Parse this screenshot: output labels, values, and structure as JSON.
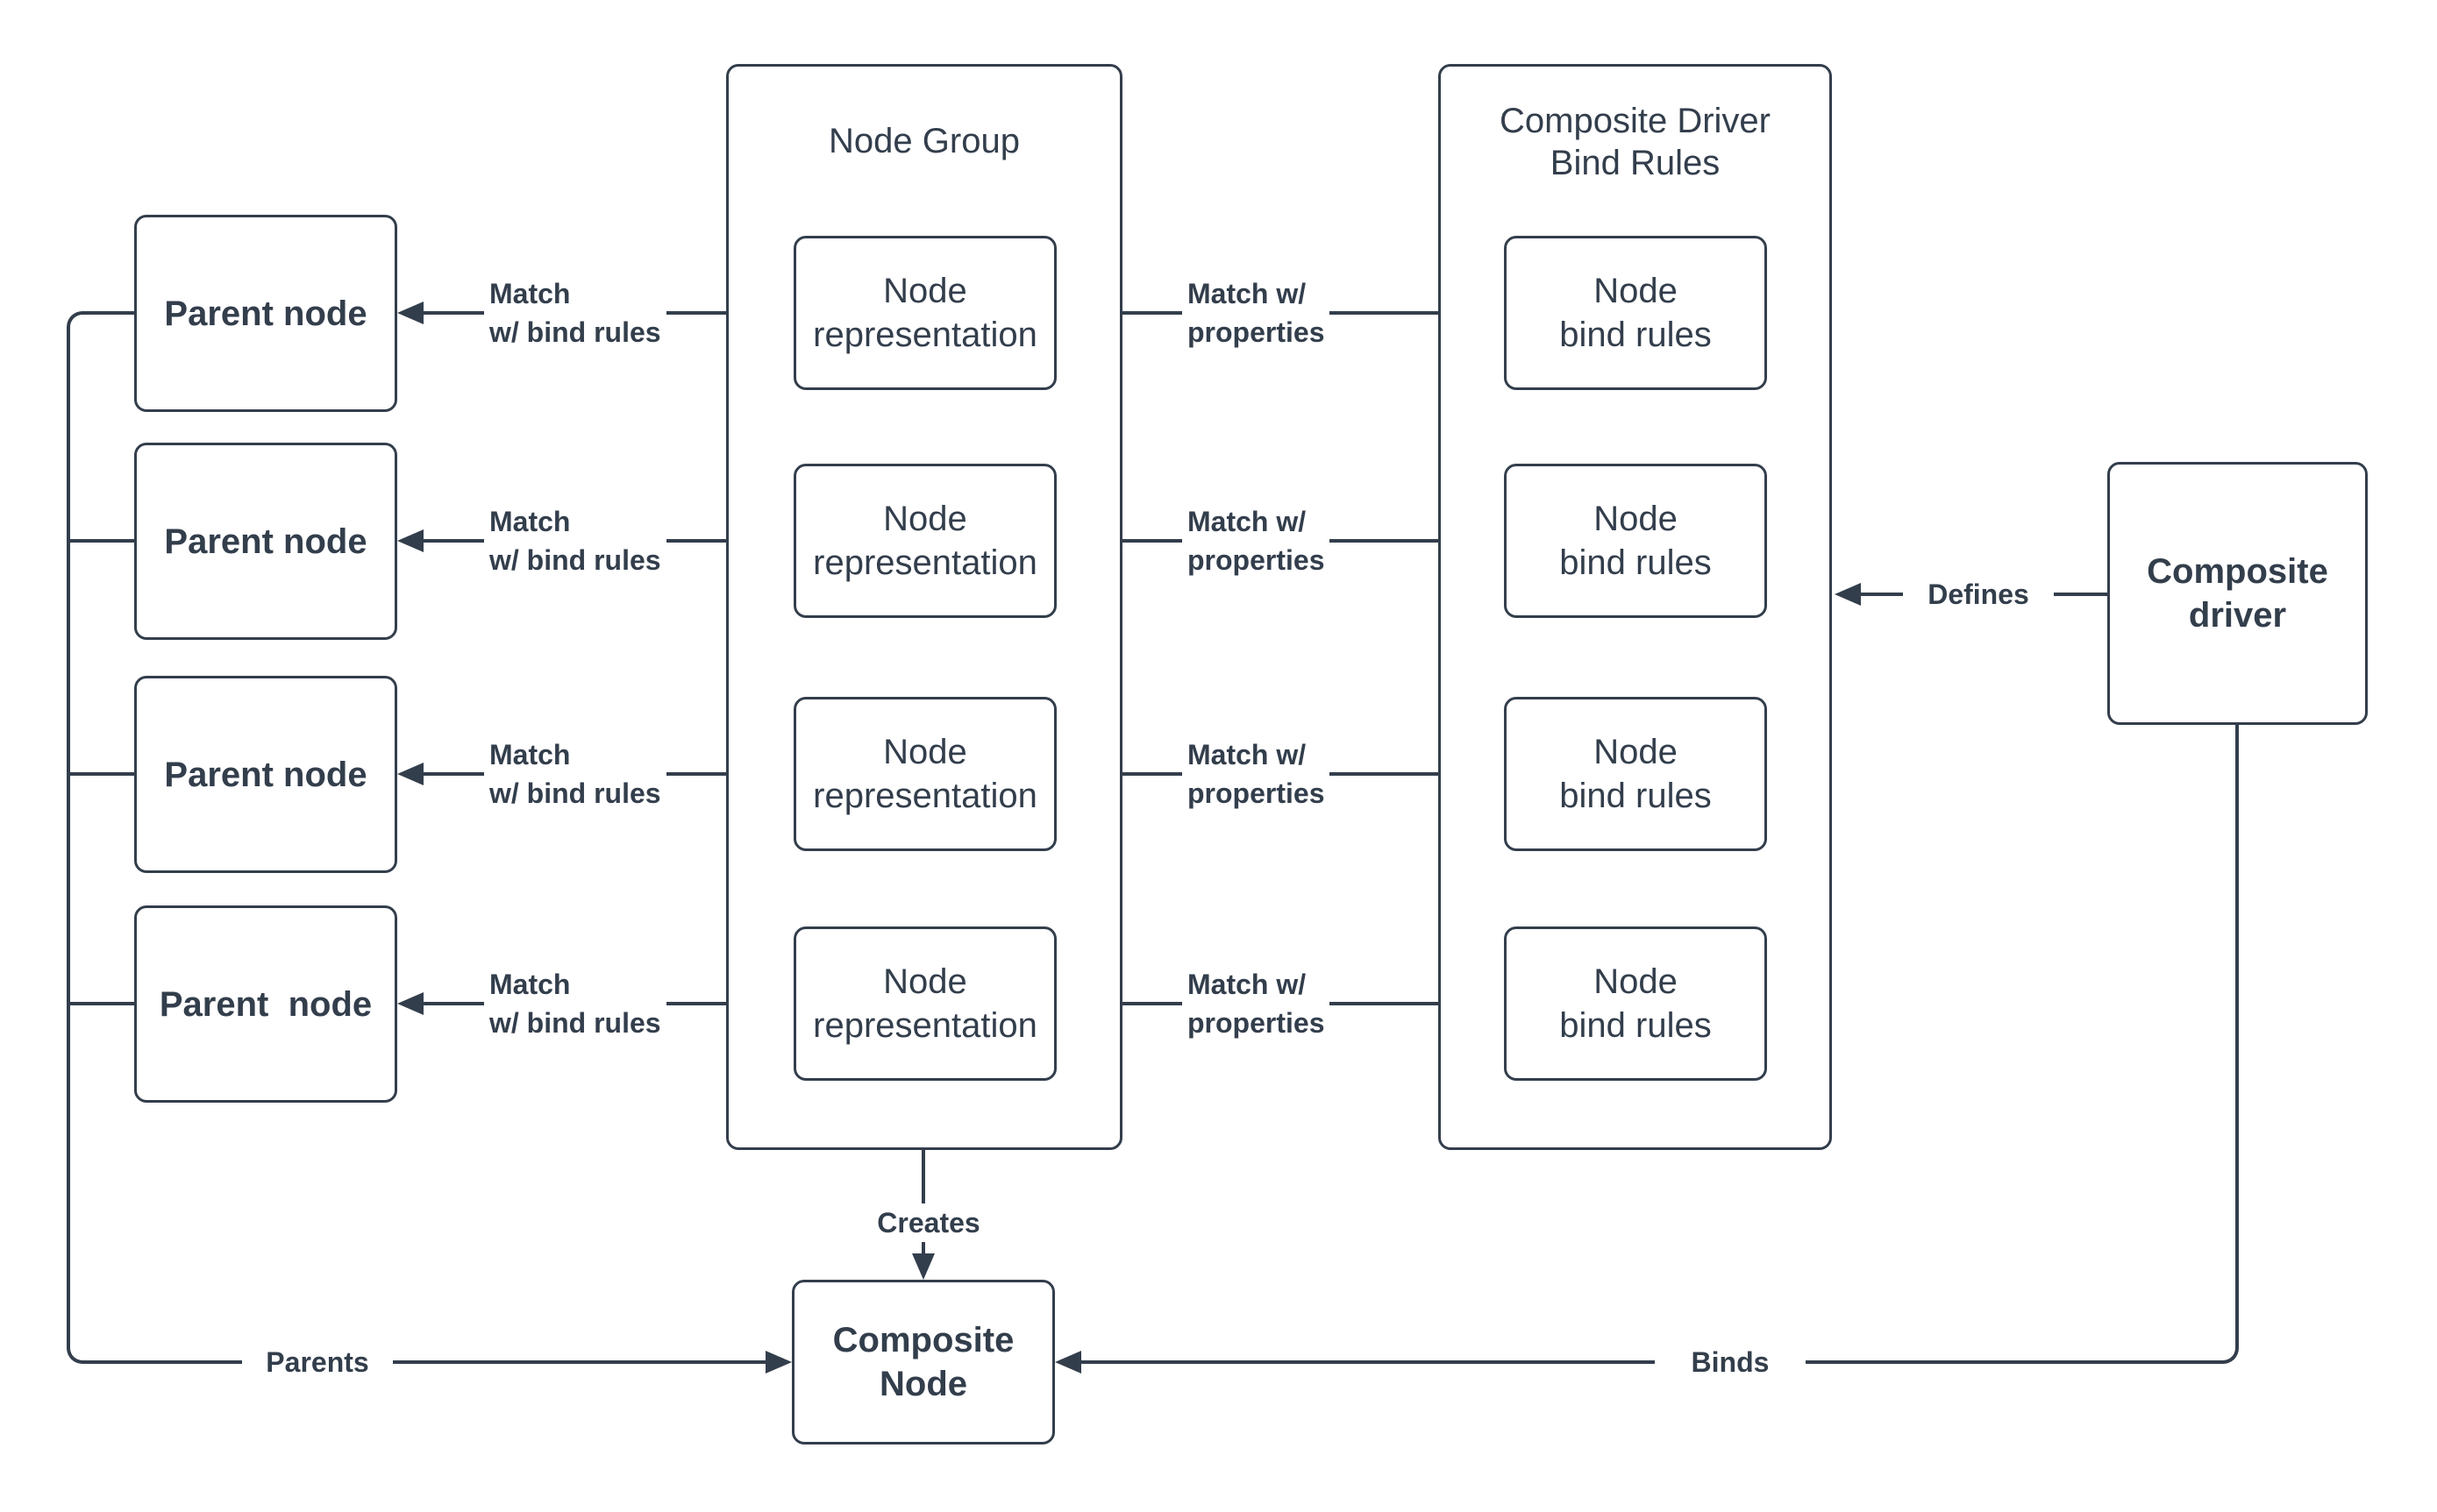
{
  "colors": {
    "ink": "#333e4c",
    "background": "#ffffff"
  },
  "parent_nodes": [
    {
      "label": "Parent node"
    },
    {
      "label": "Parent node"
    },
    {
      "label": "Parent node"
    },
    {
      "label": "Parent  node"
    }
  ],
  "node_group": {
    "title": "Node Group",
    "items": [
      {
        "label": "Node\nrepresentation"
      },
      {
        "label": "Node\nrepresentation"
      },
      {
        "label": "Node\nrepresentation"
      },
      {
        "label": "Node\nrepresentation"
      }
    ]
  },
  "composite_driver_bind_rules": {
    "title": "Composite Driver\nBind Rules",
    "items": [
      {
        "label": "Node\nbind rules"
      },
      {
        "label": "Node\nbind rules"
      },
      {
        "label": "Node\nbind rules"
      },
      {
        "label": "Node\nbind rules"
      }
    ]
  },
  "composite_driver": {
    "label": "Composite\ndriver"
  },
  "composite_node": {
    "label": "Composite\nNode"
  },
  "edge_labels": {
    "match_bind_rules": "Match\nw/ bind rules",
    "match_properties": "Match w/\nproperties",
    "defines": "Defines",
    "creates": "Creates",
    "parents": "Parents",
    "binds": "Binds"
  }
}
